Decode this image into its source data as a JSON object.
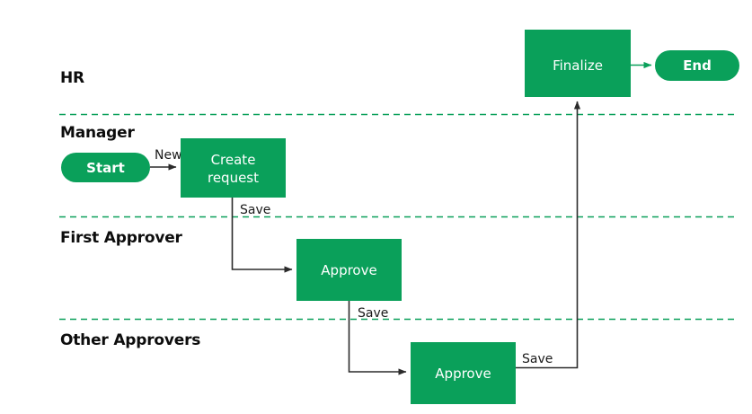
{
  "diagram": {
    "type": "swimlane-flowchart",
    "title": "",
    "colors": {
      "node_fill": "#0aa05a",
      "node_text": "#ffffff",
      "lane_divider": "#0aa05a",
      "connector": "#2b2b2b",
      "green_connector": "#0aa05a",
      "background": "#ffffff",
      "lane_label_text": "#0d0d0d",
      "edge_label_text": "#1a1a1a"
    },
    "lanes": [
      {
        "id": "hr",
        "label": "HR"
      },
      {
        "id": "manager",
        "label": "Manager"
      },
      {
        "id": "first-approver",
        "label": "First Approver"
      },
      {
        "id": "other-approvers",
        "label": "Other Approvers"
      }
    ],
    "nodes": [
      {
        "id": "start",
        "label": "Start",
        "shape": "pill",
        "lane": "manager"
      },
      {
        "id": "create-request",
        "label_line1": "Create",
        "label_line2": "request",
        "shape": "rect",
        "lane": "manager"
      },
      {
        "id": "approve-first",
        "label": "Approve",
        "shape": "rect",
        "lane": "first-approver"
      },
      {
        "id": "approve-other",
        "label": "Approve",
        "shape": "rect",
        "lane": "other-approvers"
      },
      {
        "id": "finalize",
        "label": "Finalize",
        "shape": "rect",
        "lane": "hr"
      },
      {
        "id": "end",
        "label": "End",
        "shape": "pill",
        "lane": "hr"
      }
    ],
    "edges": [
      {
        "id": "start-to-create",
        "from": "start",
        "to": "create-request",
        "label": "New"
      },
      {
        "id": "create-to-approve-first",
        "from": "create-request",
        "to": "approve-first",
        "label": "Save"
      },
      {
        "id": "approve-first-to-approve-other",
        "from": "approve-first",
        "to": "approve-other",
        "label": "Save"
      },
      {
        "id": "approve-other-to-finalize",
        "from": "approve-other",
        "to": "finalize",
        "label": "Save"
      },
      {
        "id": "finalize-to-end",
        "from": "finalize",
        "to": "end",
        "label": ""
      }
    ]
  }
}
